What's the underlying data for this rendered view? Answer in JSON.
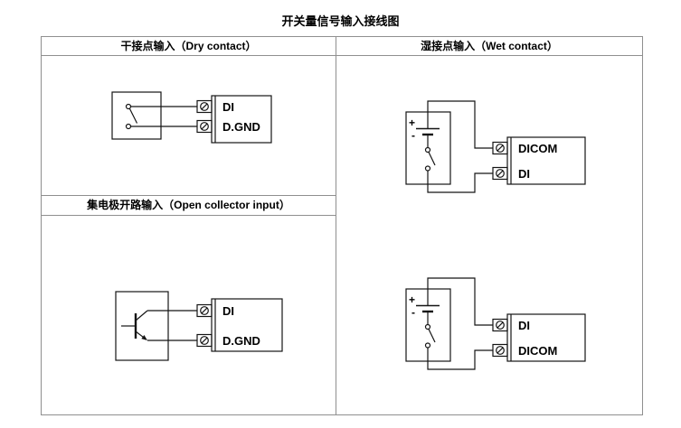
{
  "title": "开关量信号输入接线图",
  "sections": {
    "dry_contact": {
      "header": "干接点输入（Dry contact）",
      "terminals": {
        "top": "DI",
        "bottom": "D.GND"
      }
    },
    "open_collector": {
      "header": "集电极开路输入（Open collector input）",
      "terminals": {
        "top": "DI",
        "bottom": "D.GND"
      }
    },
    "wet_contact": {
      "header": "湿接点输入（Wet contact）",
      "diagram_top": {
        "terminals": {
          "top": "DICOM",
          "bottom": "DI"
        }
      },
      "diagram_bottom": {
        "terminals": {
          "top": "DI",
          "bottom": "DICOM"
        }
      }
    }
  },
  "battery": {
    "plus": "+",
    "minus": "-"
  }
}
